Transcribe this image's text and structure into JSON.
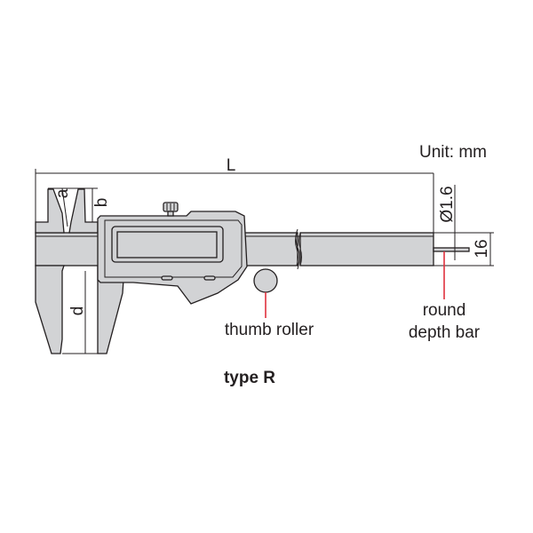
{
  "unit_label": "Unit: mm",
  "dimensions": {
    "length": "L",
    "a": "a",
    "b": "b",
    "d": "d",
    "depth_bar_diameter": "Ø1.6",
    "beam_width": "16"
  },
  "callouts": {
    "thumb_roller": "thumb roller",
    "depth_bar_line1": "round",
    "depth_bar_line2": "depth bar"
  },
  "caption": "type R",
  "colors": {
    "part_fill": "#d2d3d5",
    "outline": "#231f20",
    "leader": "#e0313d"
  }
}
